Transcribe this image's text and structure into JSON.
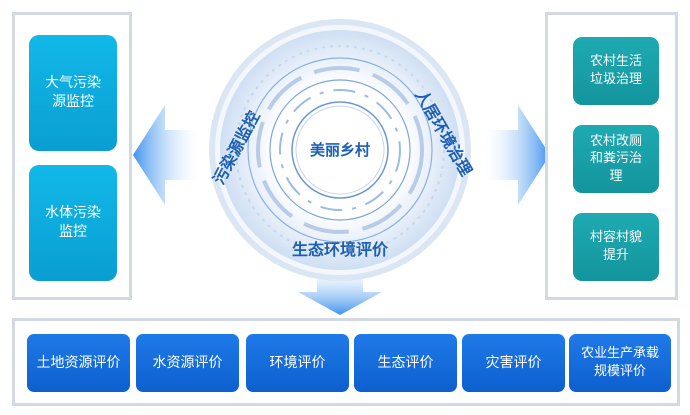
{
  "center": {
    "title": "美丽乡村",
    "ring_left": "污染源监控",
    "ring_right": "人居环境治理",
    "ring_bottom": "生态环境评价"
  },
  "left_panel": {
    "items": [
      "大气污染\n源监控",
      "水体污染\n监控"
    ]
  },
  "right_panel": {
    "items": [
      "农村生活\n垃圾治理",
      "农村改厕\n和粪污治\n理",
      "村容村貌\n提升"
    ]
  },
  "bottom_panel": {
    "items": [
      "土地资源评价",
      "水资源评价",
      "环境评价",
      "生态评价",
      "灾害评价",
      "农业生产承载\n规模评价"
    ]
  },
  "colors": {
    "cyan": "#0fb0e2",
    "teal": "#1aa3ab",
    "blue": "#146bdc",
    "ring": "#7fa6d9",
    "center_text": "#1d5fb4"
  }
}
